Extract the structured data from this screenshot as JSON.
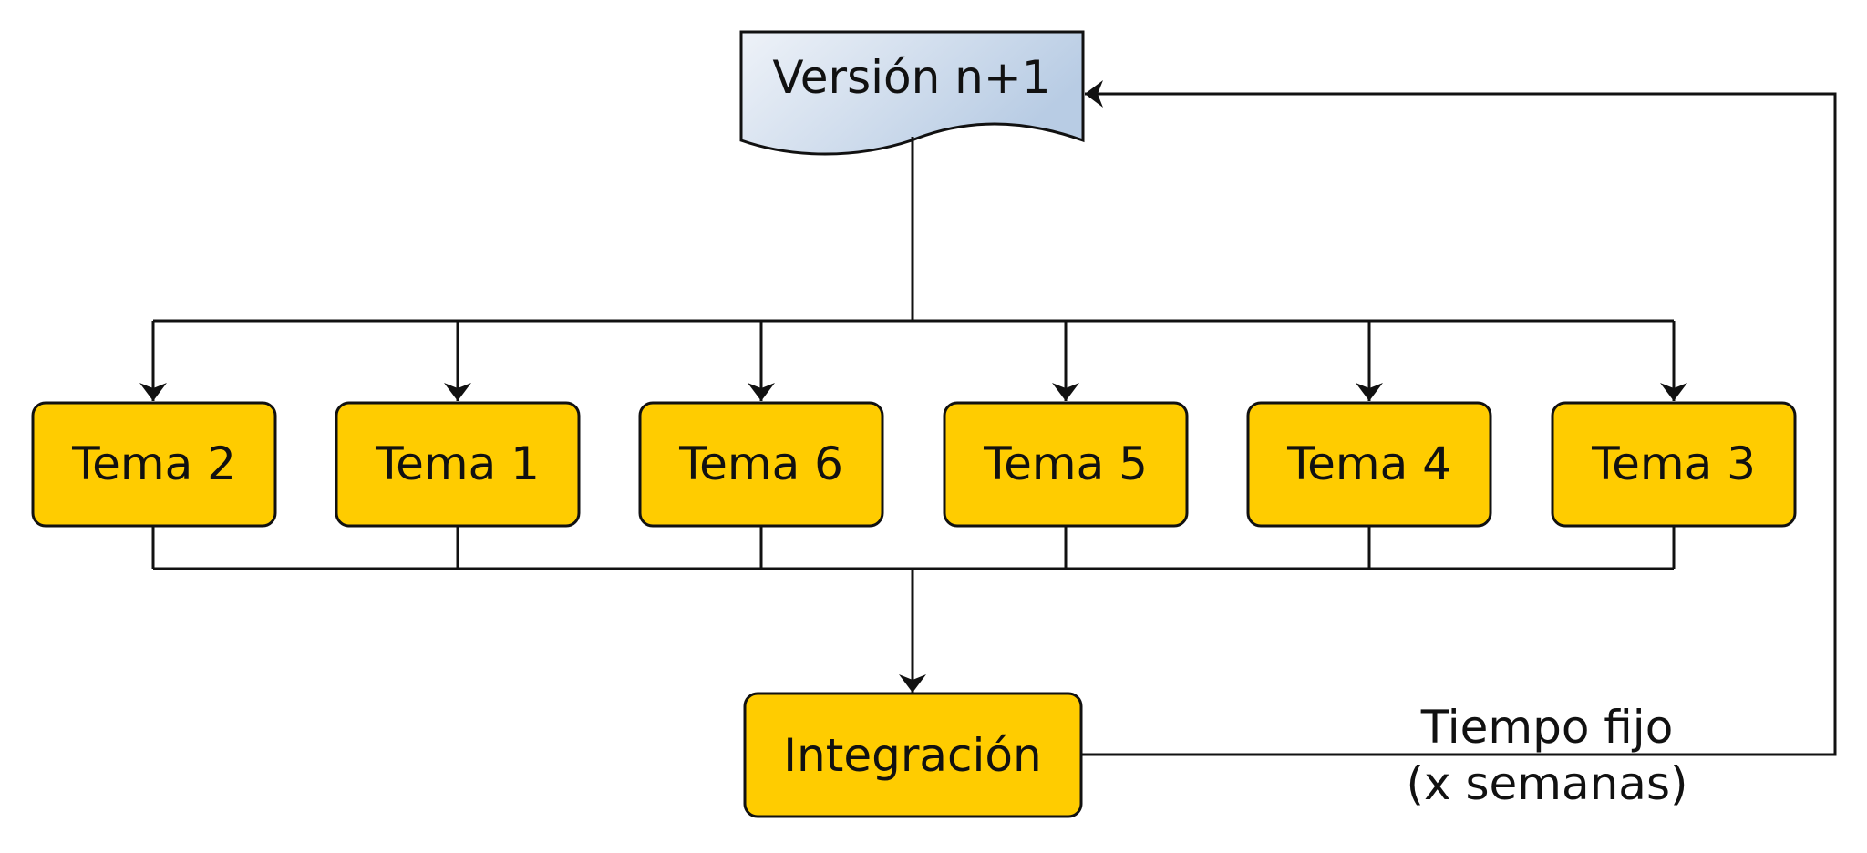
{
  "diagram": {
    "version_label": "Versión n+1",
    "topics": [
      "Tema 2",
      "Tema 1",
      "Tema 6",
      "Tema 5",
      "Tema 4",
      "Tema 3"
    ],
    "integration_label": "Integración",
    "loop_label_line1": "Tiempo fijo",
    "loop_label_line2": "(x semanas)"
  },
  "colors": {
    "box_fill": "#FFCC00",
    "stroke": "#111111",
    "doc_gradient_start": "#EEF2F8",
    "doc_gradient_end": "#B8CCE4"
  }
}
